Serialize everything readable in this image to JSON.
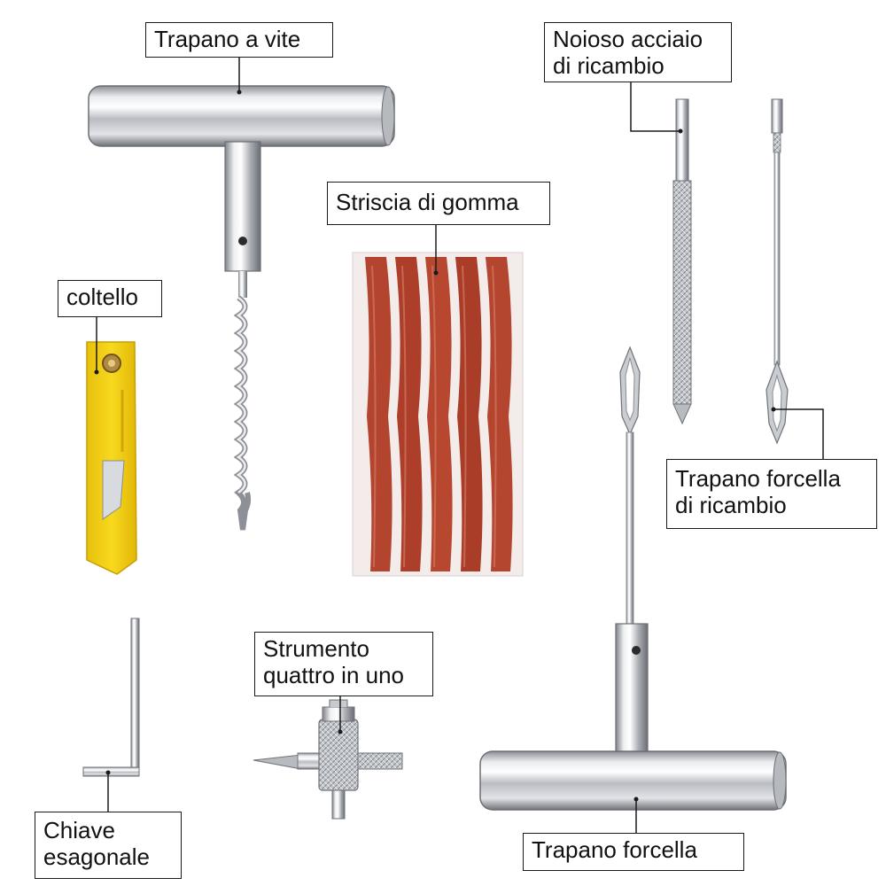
{
  "labels": {
    "trapano_vite": "Trapano a vite",
    "acciaio_line1": "Noioso acciaio",
    "acciaio_line2": "di ricambio",
    "striscia": "Striscia di gomma",
    "coltello": "coltello",
    "forcella_ricambio_line1": "Trapano forcella",
    "forcella_ricambio_line2": "di ricambio",
    "strumento_line1": "Strumento",
    "strumento_line2": "quattro in uno",
    "chiave_line1": "Chiave",
    "chiave_line2": "esagonale",
    "trapano_forcella": "Trapano forcella"
  },
  "colors": {
    "steel": "#c9ccd1",
    "steel_dark": "#7d8087",
    "rubber": "#b5452f",
    "knife_yellow": "#f4d21c",
    "leader_line": "#1a1a1a"
  }
}
